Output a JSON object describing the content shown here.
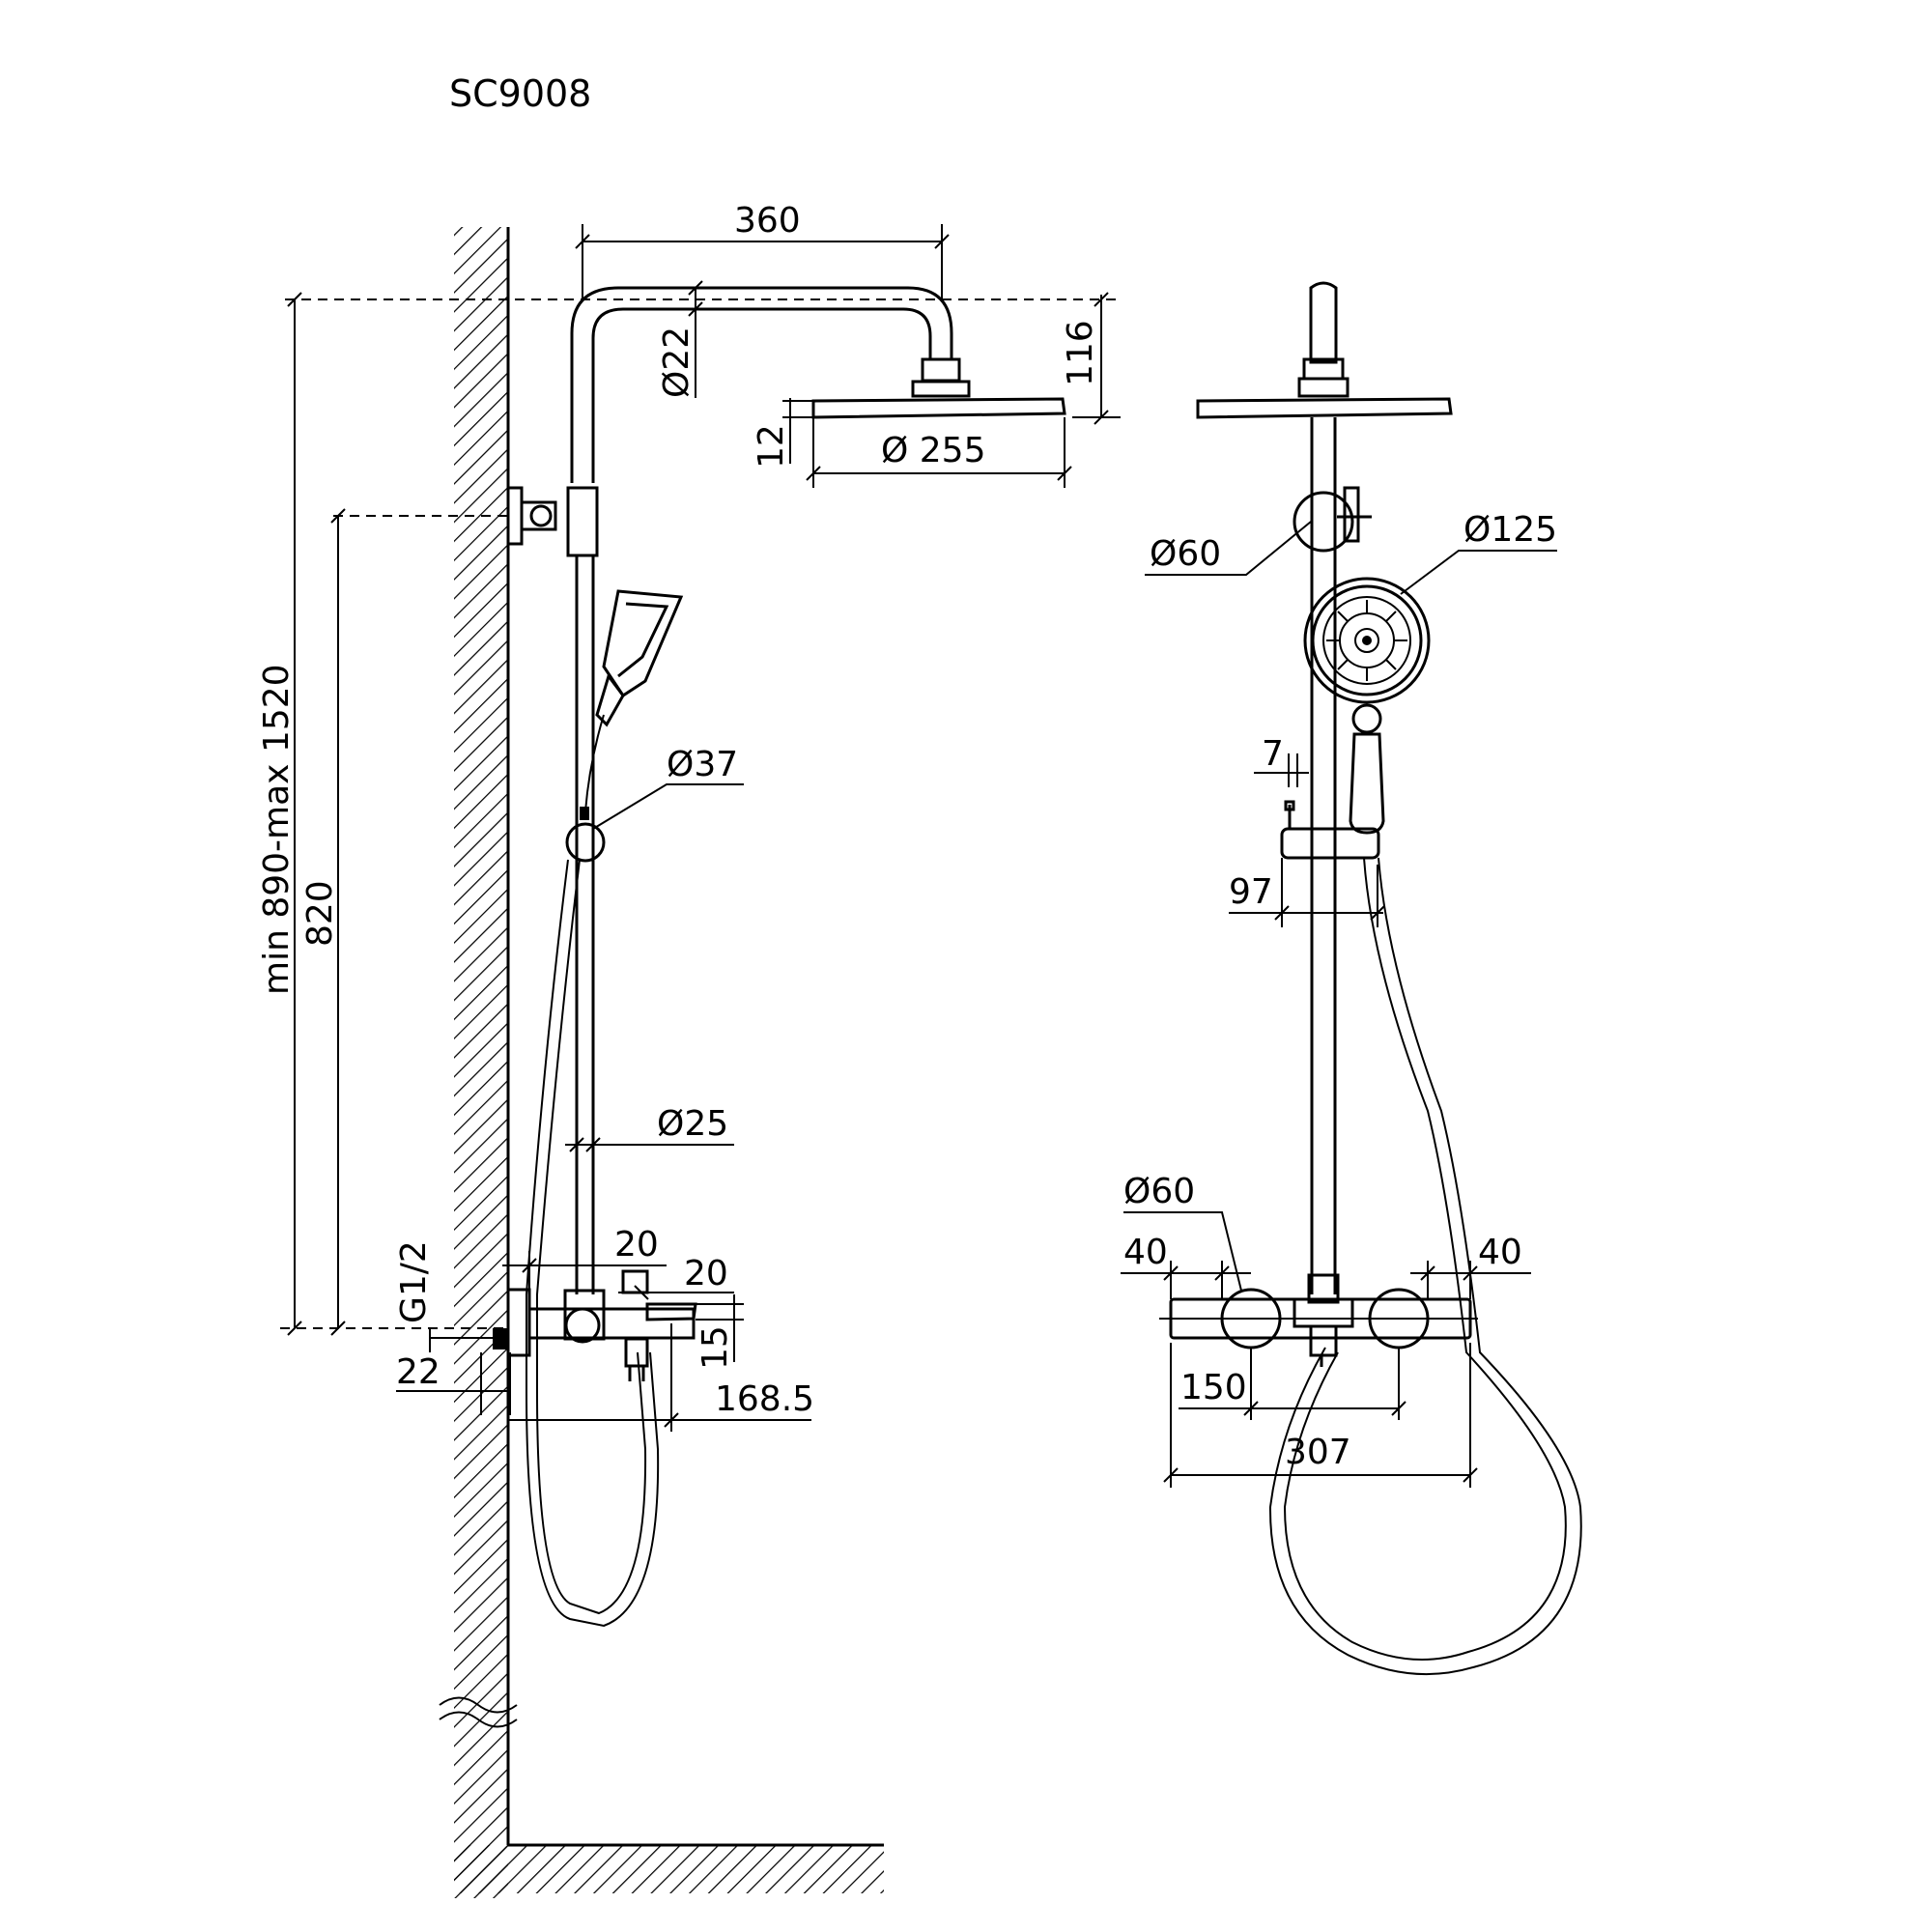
{
  "title": "SC9008",
  "side_view": {
    "dims": {
      "width_360": "360",
      "pipe_d22": "Ø22",
      "height_116": "116",
      "head_thick_12": "12",
      "head_d255": "Ø 255",
      "height_range": "min 890-max 1520",
      "height_820": "820",
      "holder_d37": "Ø37",
      "rail_d25": "Ø25",
      "thread_g12": "G1/2",
      "offset_20a": "20",
      "offset_20b": "20",
      "offset_15": "15",
      "offset_22": "22",
      "depth_168_5": "168.5"
    }
  },
  "front_view": {
    "dims": {
      "bracket_d60": "Ø60",
      "handshower_d125": "Ø125",
      "gap_7": "7",
      "gap_97": "97",
      "knob_d60": "Ø60",
      "knob_40_left": "40",
      "knob_40_right": "40",
      "width_150": "150",
      "width_307": "307"
    }
  }
}
